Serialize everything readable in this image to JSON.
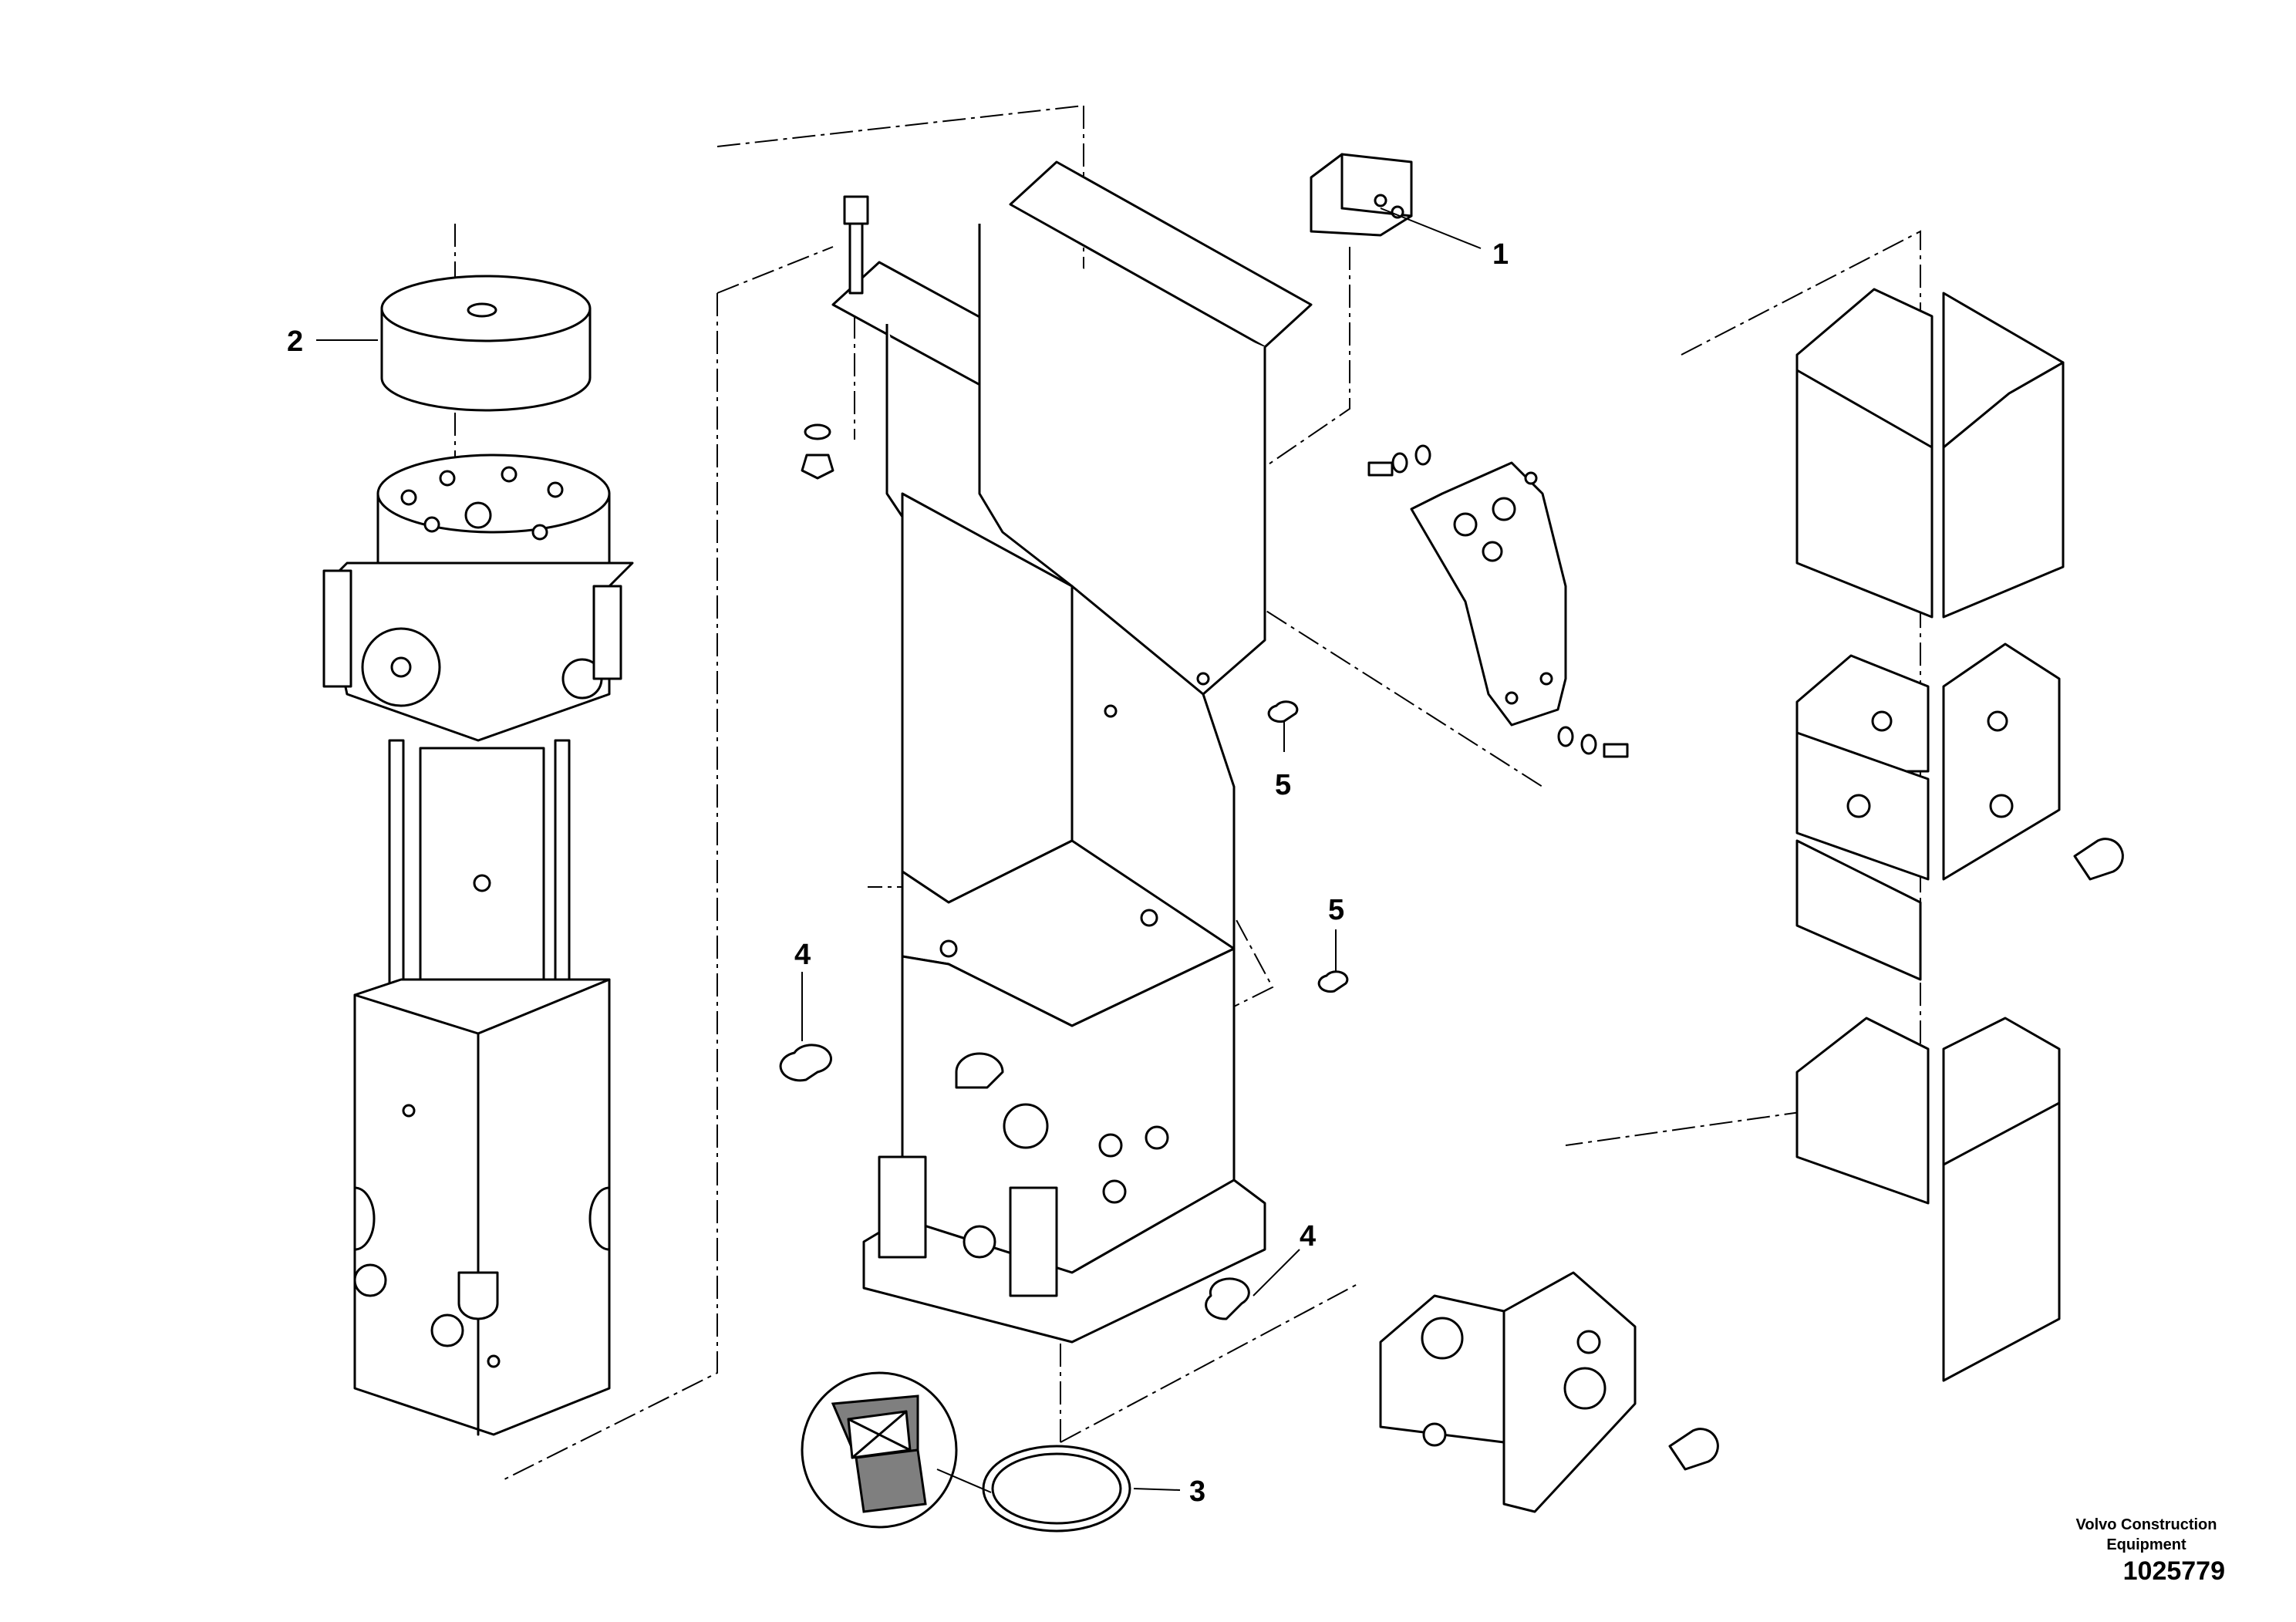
{
  "callouts": [
    {
      "id": "callout-1",
      "label": "1"
    },
    {
      "id": "callout-2",
      "label": "2"
    },
    {
      "id": "callout-3",
      "label": "3"
    },
    {
      "id": "callout-4a",
      "label": "4"
    },
    {
      "id": "callout-4b",
      "label": "4"
    },
    {
      "id": "callout-5a",
      "label": "5"
    },
    {
      "id": "callout-5b",
      "label": "5"
    }
  ],
  "footer": {
    "brand": "Volvo Construction Equipment",
    "drawing_number": "1025779"
  }
}
